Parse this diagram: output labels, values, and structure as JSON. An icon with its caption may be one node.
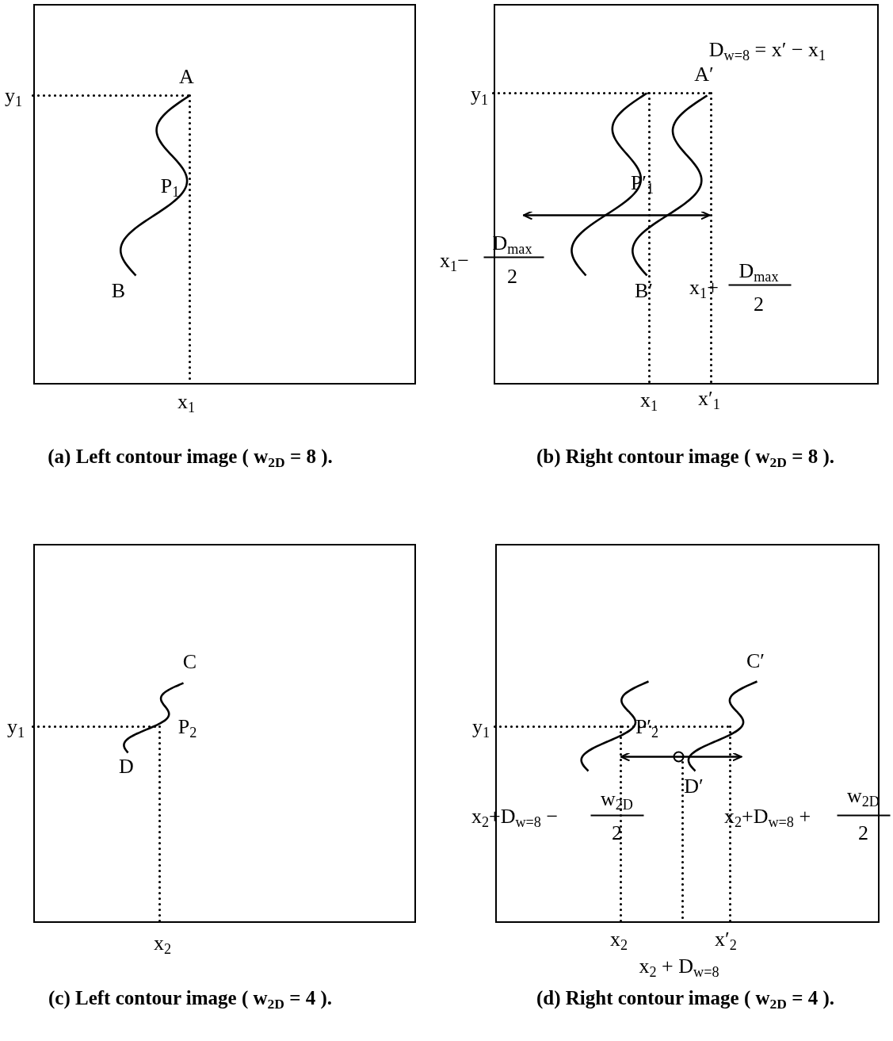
{
  "diagram": {
    "nodes": [
      {
        "text": [
          "A",
          "P$_{1}$",
          "B"
        ],
        "beside": [
          "y$_{1}$",
          "x$_{1}$",
          "(a) Left contour image ( w$_{2D}$ = 8 )."
        ]
      },
      {
        "text": [
          "D$_{w=8}$ = x′ − x$_{1}$",
          "A′",
          "P′$_{1}$",
          "x$_{1}$−",
          "D$_{max}$",
          "2",
          "B′",
          "x$_{1}$+",
          "D$_{max}$",
          "2"
        ],
        "beside": [
          "y$_{1}$",
          "x$_{1}$",
          "x′$_{1}$",
          "(b) Right contour image ( w$_{2D}$ = 8 )."
        ]
      },
      {
        "text": [
          "C",
          "P$_{2}$",
          "D"
        ],
        "beside": [
          "y$_{1}$",
          "x$_{2}$",
          "(c) Left contour image ( w$_{2D}$ = 4 )."
        ]
      },
      {
        "text": [
          "C′",
          "P′$_{2}$",
          "D′",
          "x$_{2}$+D$_{w=8}$ −",
          "w$_{2D}$",
          "2",
          "x$_{2}$+D$_{w=8}$ +",
          "w$_{2D}$",
          "2"
        ],
        "beside": [
          "y$_{1}$",
          "x$_{2}$",
          "x′$_{2}$",
          "x$_{2}$ + D$_{w=8}$",
          "(d) Right contour image ( w$_{2D}$ = 4 )."
        ]
      }
    ]
  }
}
